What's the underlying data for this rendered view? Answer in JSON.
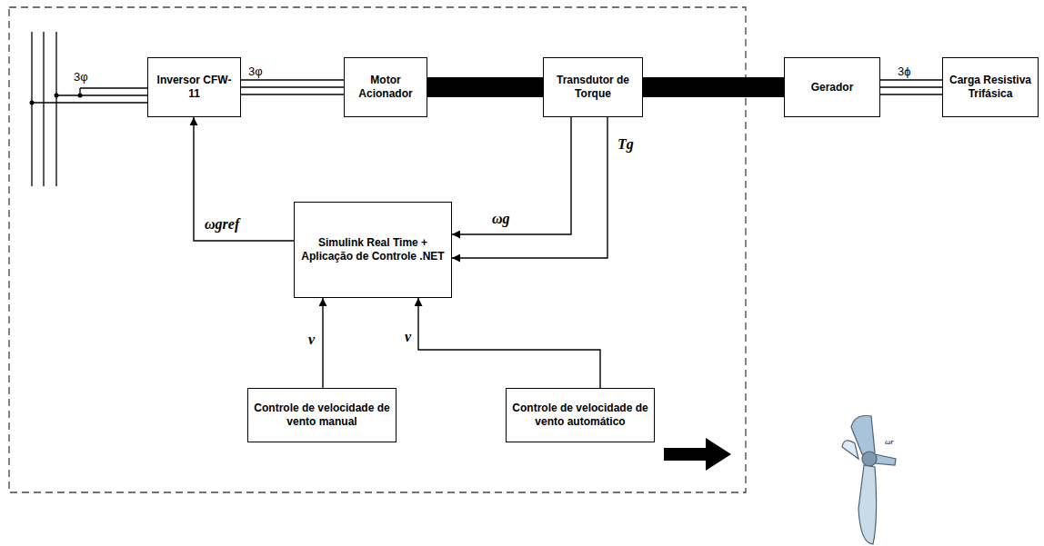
{
  "diagram": {
    "nodes": [
      {
        "text": [
          "Inversor CFW-11"
        ]
      },
      {
        "text": [
          "Motor Acionador"
        ]
      },
      {
        "text": [
          "Transdutor de Torque"
        ]
      },
      {
        "text": [
          "Gerador"
        ]
      },
      {
        "text": [
          "Carga Resistiva Trifásica"
        ]
      },
      {
        "text": [
          "Simulink Real Time + Aplicação de Controle .NET"
        ]
      },
      {
        "text": [
          "Controle de velocidade de vento manual"
        ]
      },
      {
        "text": [
          "Controle de velocidade de vento automático"
        ]
      }
    ],
    "edges": [
      {
        "from": 0,
        "to": 1,
        "arrow": "none",
        "label": "3φ"
      },
      {
        "from": 1,
        "to": 2,
        "arrow": "none"
      },
      {
        "from": 2,
        "to": 3,
        "arrow": "none"
      },
      {
        "from": 3,
        "to": 4,
        "arrow": "none",
        "label": "3ϕ"
      },
      {
        "from": 2,
        "to": 5,
        "arrow": "to",
        "label": "ωg"
      },
      {
        "from": 2,
        "to": 5,
        "arrow": "to",
        "label": "Tg"
      },
      {
        "from": 5,
        "to": 0,
        "arrow": "to",
        "label": "ωgref"
      },
      {
        "from": 6,
        "to": 5,
        "arrow": "to",
        "label": "v"
      },
      {
        "from": 7,
        "to": 5,
        "arrow": "to",
        "label": "v"
      }
    ],
    "labels": [
      "3φ",
      "ωr"
    ]
  }
}
